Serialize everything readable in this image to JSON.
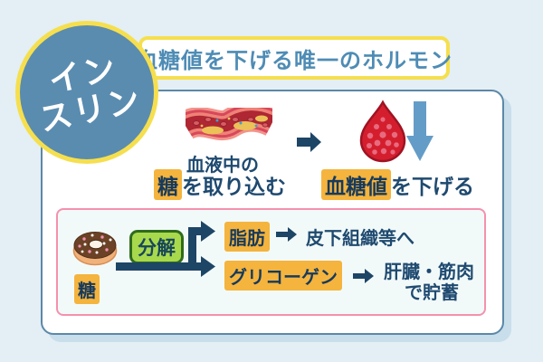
{
  "title_circle": {
    "line1": "イン",
    "line2": "スリン"
  },
  "header": {
    "text": "血糖値を下げる唯一のホルモン"
  },
  "process": {
    "caption_top": "血液中の",
    "sugar_highlight": "糖",
    "caption_rest": "を取り込む",
    "result_highlight": "血糖値",
    "result_rest": "を下げる"
  },
  "breakdown": {
    "sugar_label": "糖",
    "action_label": "分解",
    "row1": {
      "target": "脂肪",
      "destination": "皮下組織等へ"
    },
    "row2": {
      "target": "グリコーゲン",
      "destination_line1": "肝臓・筋肉",
      "destination_line2": "で貯蓄"
    }
  },
  "icons": {
    "blood_vessel": "blood-vessel-icon",
    "blood_drop": "blood-drop-icon",
    "donut": "donut-icon",
    "right_arrow": "right-arrow-icon",
    "down_arrow": "down-arrow-icon",
    "branch_arrow": "branch-arrow-icon"
  },
  "colors": {
    "background": "#e3eff5",
    "panel_border": "#5c88a8",
    "accent_yellow": "#f6df4e",
    "circle_blue": "#5a8cb0",
    "header_text_blue": "#4e8cb5",
    "body_navy": "#1f4a70",
    "arrow_navy": "#1d4566",
    "highlight_orange": "#f4b43e",
    "green_fill": "#a8d94d",
    "green_border": "#2f6b1c",
    "pink_border": "#f591ad",
    "blue_arrow": "#649cc8",
    "drop_red": "#d41e2e"
  }
}
